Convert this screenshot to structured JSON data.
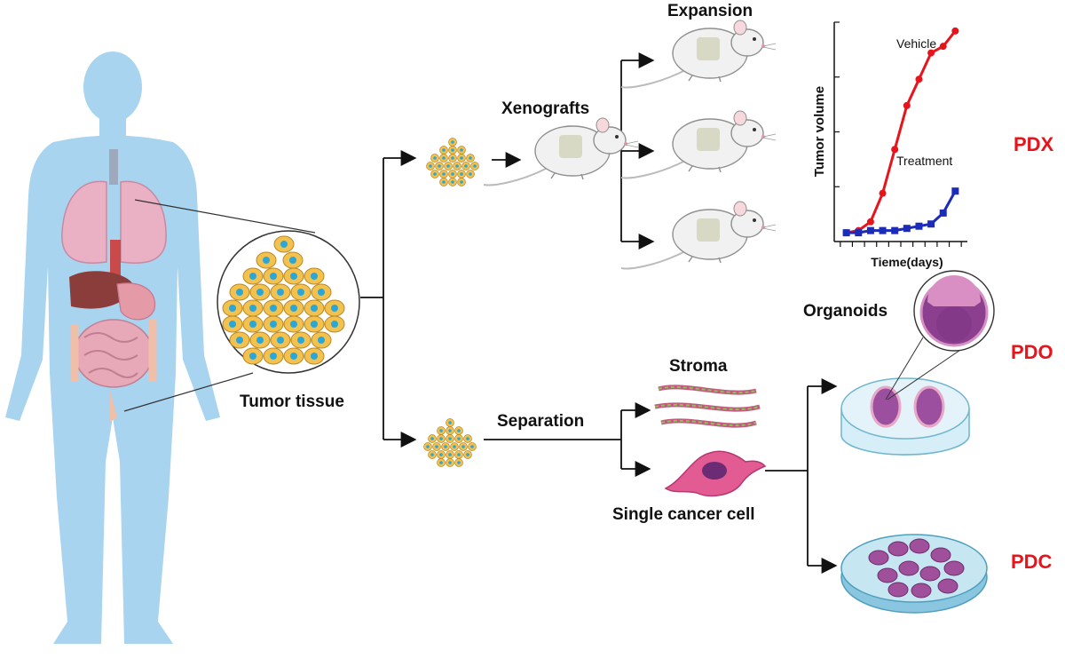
{
  "labels": {
    "tumor_tissue": "Tumor tissue",
    "xenografts": "Xenografts",
    "expansion": "Expansion",
    "separation": "Separation",
    "stroma": "Stroma",
    "single_cancer_cell": "Single cancer cell",
    "organoids": "Organoids",
    "pdx": "PDX",
    "pdo": "PDO",
    "pdc": "PDC"
  },
  "colors": {
    "body": "#a8d4ef",
    "cell": "#f2c14e",
    "nucleus": "#2aa7d8",
    "organoid": "#a0509a",
    "red_label": "#e8141c"
  },
  "chart_data": {
    "type": "line",
    "xlabel": "Tieme(days)",
    "ylabel": "Tumor volume",
    "x": [
      1,
      2,
      3,
      4,
      5,
      6,
      7,
      8,
      9,
      10
    ],
    "ylim": [
      0,
      10
    ],
    "series": [
      {
        "name": "Vehicle",
        "color": "#e8141c",
        "marker": "circle",
        "values": [
          0.4,
          0.5,
          0.9,
          2.2,
          4.2,
          6.2,
          7.4,
          8.6,
          8.9,
          9.6
        ]
      },
      {
        "name": "Treatment",
        "color": "#1c2bb8",
        "marker": "square",
        "values": [
          0.4,
          0.4,
          0.5,
          0.5,
          0.5,
          0.6,
          0.7,
          0.8,
          1.3,
          2.3
        ]
      }
    ]
  }
}
